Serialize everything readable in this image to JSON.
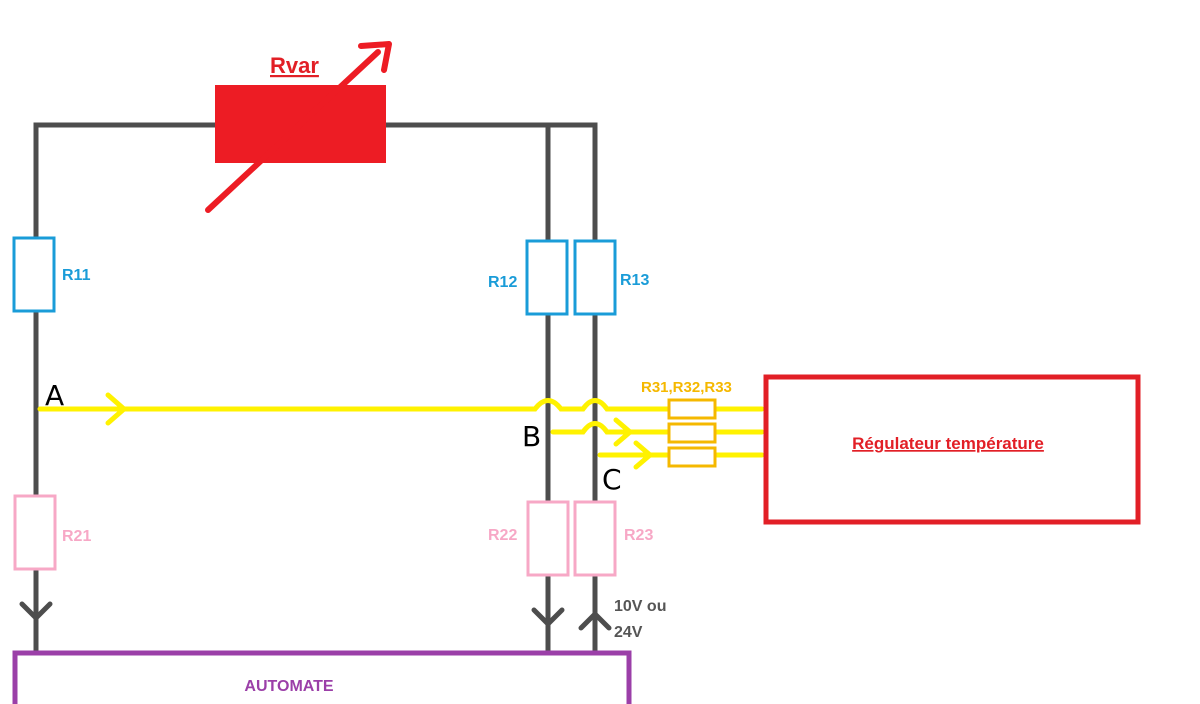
{
  "labels": {
    "rvar": "Rvar",
    "r11": "R11",
    "r12": "R12",
    "r13": "R13",
    "r21": "R21",
    "r22": "R22",
    "r23": "R23",
    "r3x": "R31,R32,R33",
    "regulator": "Régulateur température",
    "automate": "AUTOMATE",
    "voltage_line1": "10V ou",
    "voltage_line2": "24V"
  },
  "nodes": {
    "a": "A",
    "b": "B",
    "c": "C"
  },
  "colors": {
    "wire": "#4d4d4d",
    "rvar": "#ed1c24",
    "upper_resistors": "#1a9cd8",
    "lower_resistors": "#f7a8c6",
    "signal": "#fff200",
    "r3x_resistors": "#f5b800",
    "regulator": "#e21f26",
    "automate": "#9b3fa8"
  }
}
